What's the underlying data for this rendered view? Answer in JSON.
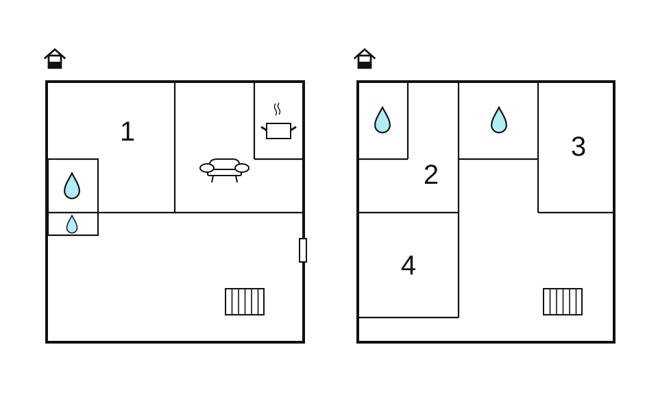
{
  "colors": {
    "wall": "#111111",
    "water_fill": "#aeeef4",
    "background": "#ffffff"
  },
  "floors": [
    {
      "id": "ground-floor",
      "entrance_icon": "house-entrance-icon",
      "rooms": [
        {
          "label": "1"
        }
      ],
      "icons": [
        "water-drop-icon",
        "water-drop-icon",
        "armchair-icon",
        "cooking-pot-icon",
        "stairs-icon",
        "door-icon"
      ]
    },
    {
      "id": "upper-floor",
      "entrance_icon": "house-entrance-icon",
      "rooms": [
        {
          "label": "2"
        },
        {
          "label": "3"
        },
        {
          "label": "4"
        }
      ],
      "icons": [
        "water-drop-icon",
        "water-drop-icon",
        "stairs-icon"
      ]
    }
  ]
}
